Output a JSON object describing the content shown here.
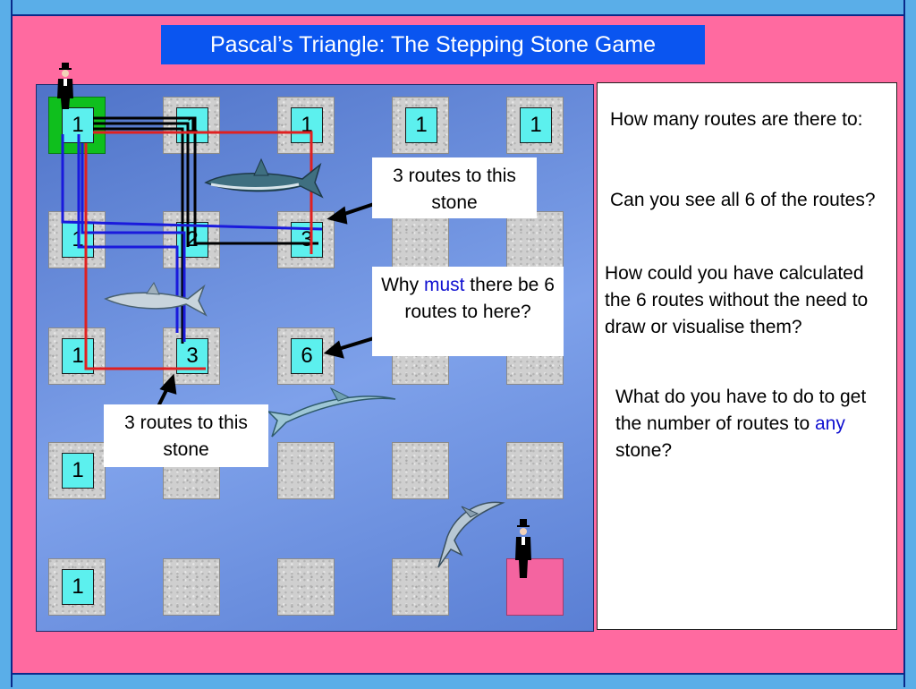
{
  "title": "Pascal’s Triangle: The Stepping Stone Game",
  "stones": [
    {
      "id": "r0c0",
      "value": "1"
    },
    {
      "id": "r0c1",
      "value": "1"
    },
    {
      "id": "r0c2",
      "value": "1"
    },
    {
      "id": "r0c3",
      "value": "1"
    },
    {
      "id": "r0c4",
      "value": "1"
    },
    {
      "id": "r1c0",
      "value": "1"
    },
    {
      "id": "r1c1",
      "value": "2"
    },
    {
      "id": "r1c2",
      "value": "3"
    },
    {
      "id": "r2c0",
      "value": "1"
    },
    {
      "id": "r2c1",
      "value": "3"
    },
    {
      "id": "r2c2",
      "value": "6"
    },
    {
      "id": "r3c0",
      "value": "1"
    },
    {
      "id": "r4c0",
      "value": "1"
    }
  ],
  "callouts": {
    "routes_top": "3 routes to this stone",
    "why_before": "Why ",
    "why_emph": "must",
    "why_after": " there be 6 routes to here?",
    "routes_bottom": "3 routes to this stone"
  },
  "questions": {
    "q1": "How many routes are there to:",
    "q2": "Can you see all 6 of the routes?",
    "q3": "How could you have calculated the 6 routes without the need to draw or visualise them?",
    "q4_before": "What do you have to do to get the number of routes to ",
    "q4_emph": "any",
    "q4_after": " stone?"
  },
  "colors": {
    "title_bg": "#0a55f0",
    "frame": "#5aaee8",
    "background": "#ff6aa0",
    "start_stone": "#0fbf1d",
    "goal_stone": "#f464a0",
    "number_tile": "#5cf0ee",
    "route_red": "#e02020",
    "route_blue": "#1a1adc",
    "route_black": "#000000",
    "emphasis_text": "#1010d0"
  },
  "icons": [
    "person-icon",
    "shark-icon",
    "arrow-icon"
  ]
}
